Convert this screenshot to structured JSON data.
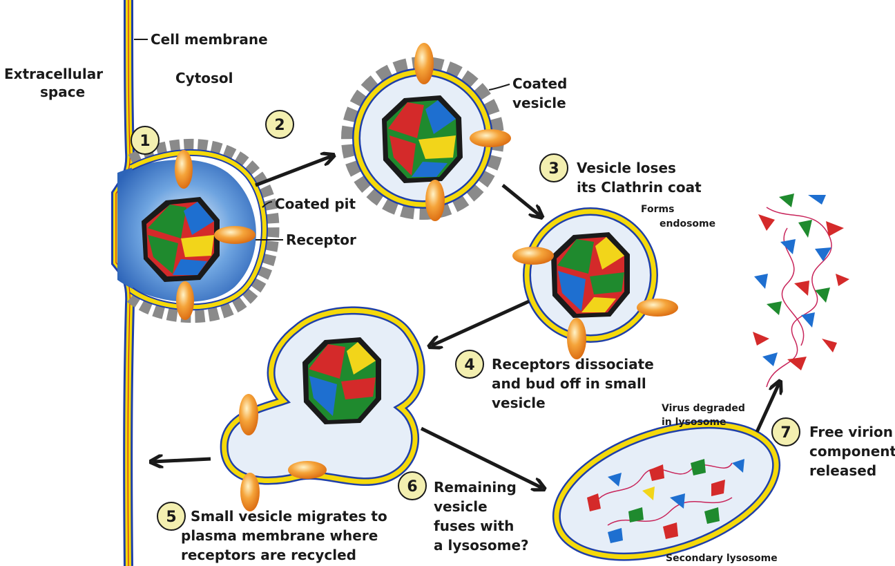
{
  "labels": {
    "cell_membrane": "Cell membrane",
    "extracellular_1": "Extracellular",
    "extracellular_2": "space",
    "cytosol": "Cytosol",
    "coated_vesicle_1": "Coated",
    "coated_vesicle_2": "vesicle",
    "coated_pit": "Coated pit",
    "receptor": "Receptor",
    "forms_endosome_1": "Forms",
    "forms_endosome_2": "endosome",
    "virus_degraded_1": "Virus degraded",
    "virus_degraded_2": "in lysosome",
    "secondary_lysosome": "Secondary lysosome"
  },
  "steps": [
    {
      "number": "1",
      "lines": []
    },
    {
      "number": "2",
      "lines": []
    },
    {
      "number": "3",
      "lines": [
        "Vesicle loses",
        "its Clathrin coat"
      ]
    },
    {
      "number": "4",
      "lines": [
        "Receptors dissociate",
        "and bud off in small",
        "vesicle"
      ]
    },
    {
      "number": "5",
      "lines": [
        "Small vesicle migrates to",
        "plasma membrane where",
        "receptors are recycled"
      ]
    },
    {
      "number": "6",
      "lines": [
        "Remaining",
        "vesicle",
        "fuses with",
        "a lysosome?"
      ]
    },
    {
      "number": "7",
      "lines": [
        "Free virion",
        "components",
        "released"
      ]
    }
  ],
  "colors": {
    "membrane_yellow": "#f5d90a",
    "membrane_blue": "#1f3fa8",
    "vesicle_fill": "#e6eef8",
    "pit_blue": "#3a78c8",
    "clathrin_gray": "#8a8a8a",
    "receptor_orange": "#f08a1c",
    "step_circle": "#f3efb0",
    "arrow": "#1a1a1a",
    "rna": "#c8245a",
    "capsid": [
      "#d42a2a",
      "#1f8a2e",
      "#1e6fd0",
      "#f2d51a"
    ]
  }
}
